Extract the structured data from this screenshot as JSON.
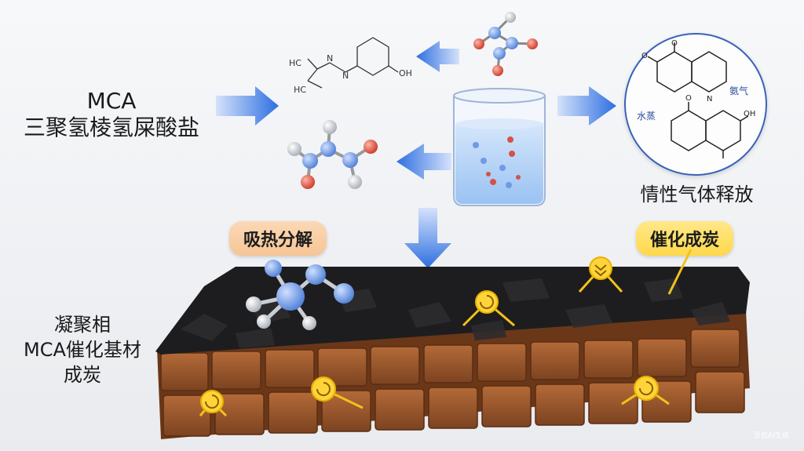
{
  "labels": {
    "mca_line1": "MCA",
    "mca_line2": "三聚氢棱氢屎酸盐",
    "endothermic": "吸热分解",
    "inert_gas": "情性气体释放",
    "catalytic_char": "催化成炭",
    "left_line1": "凝聚相",
    "left_line2": "MCA催化基材",
    "left_line3": "成炭",
    "ammonia_tag": "氨气",
    "steam_tag": "水蒸",
    "watermark": "豆包AI生成"
  },
  "molecule_text": {
    "hc1": "HC",
    "hc2": "HC",
    "n1": "N",
    "n2": "N",
    "oh1": "OH",
    "o_ring1": "O",
    "o_ring2": "O",
    "o_ring3": "O",
    "oh2": "OH",
    "n_ring": "N"
  },
  "colors": {
    "arrow_blue": "#2d6fe0",
    "char_black": "#1d1d1f",
    "brick_brown": "#9b5a2e",
    "catalyst_yellow": "#f2c21b",
    "panel_border": "#3a63b7"
  }
}
